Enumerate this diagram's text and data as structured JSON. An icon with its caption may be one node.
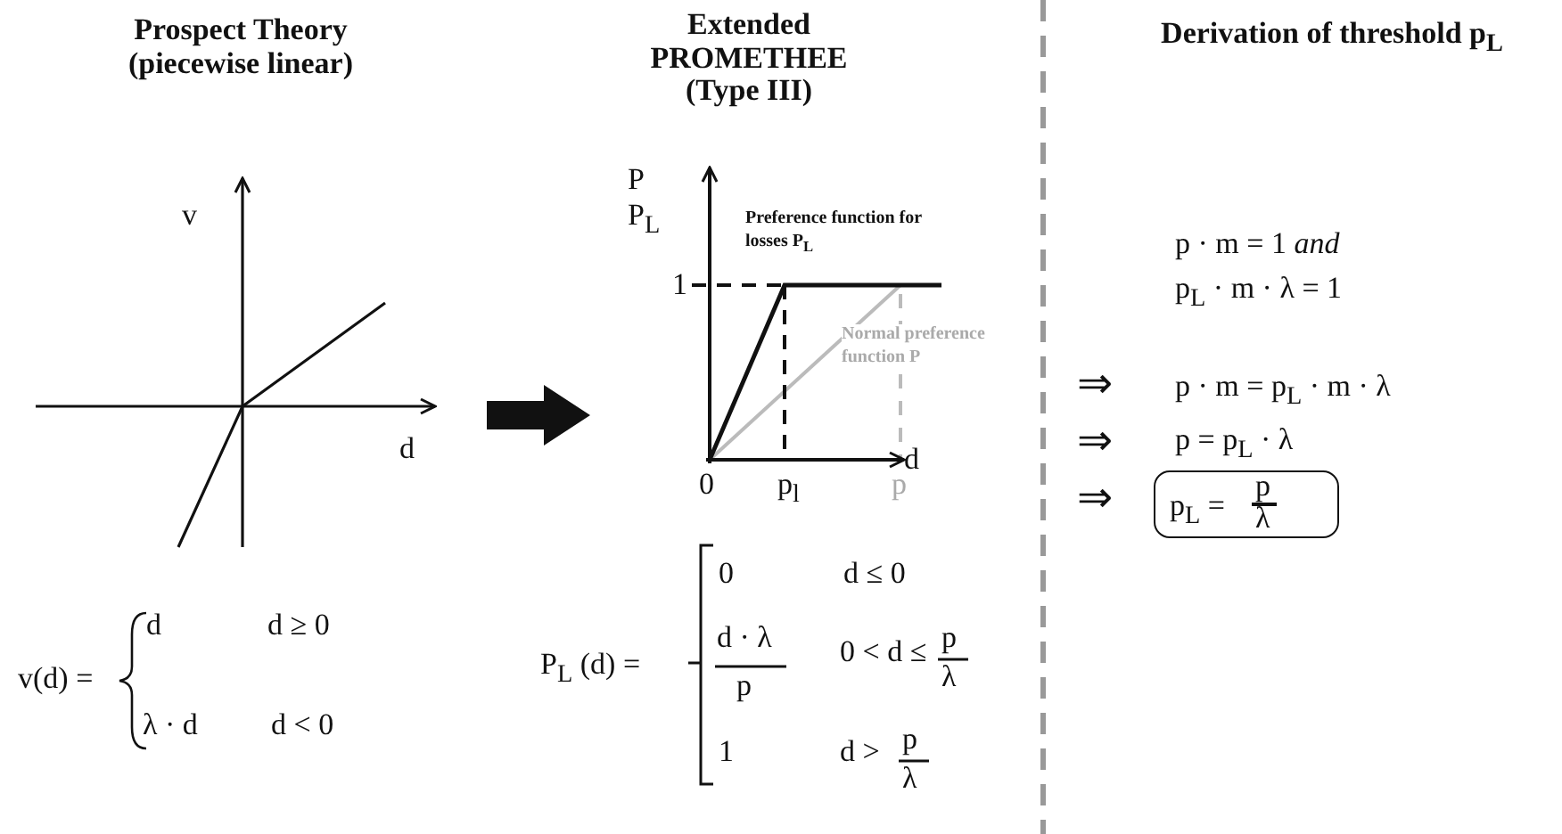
{
  "diagram": {
    "nodes": [
      {
        "text": [
          "p$_{L}$ =",
          "p",
          "λ"
        ]
      }
    ],
    "edges": [],
    "labels": [
      "Prospect Theory (piecewise linear)",
      "Extended PROMETHEE (Type III)",
      "Derivation of threshold p$_{L}$",
      "v",
      "P",
      "P$_{L}$",
      "Preference function for losses P$_{L}$",
      "1",
      "p · m = 1 *and*",
      "p$_{L}$ · m · λ = 1",
      "Normal preference function P",
      "d",
      "d",
      "⇒",
      "p · m = p$_{L}$ · m · λ",
      "⇒",
      "p = p$_{L}$ · λ",
      "⇒",
      "0",
      "p$_{l}$",
      "p",
      "v(d) =",
      "d",
      "d ≥ 0",
      "λ · d",
      "d < 0",
      "P$_{L}$ (d) =",
      "0",
      "d ≤ 0",
      "d · λ",
      "p",
      "0 < d ≤",
      "p",
      "λ",
      "1",
      "d >",
      "p",
      "λ"
    ]
  }
}
